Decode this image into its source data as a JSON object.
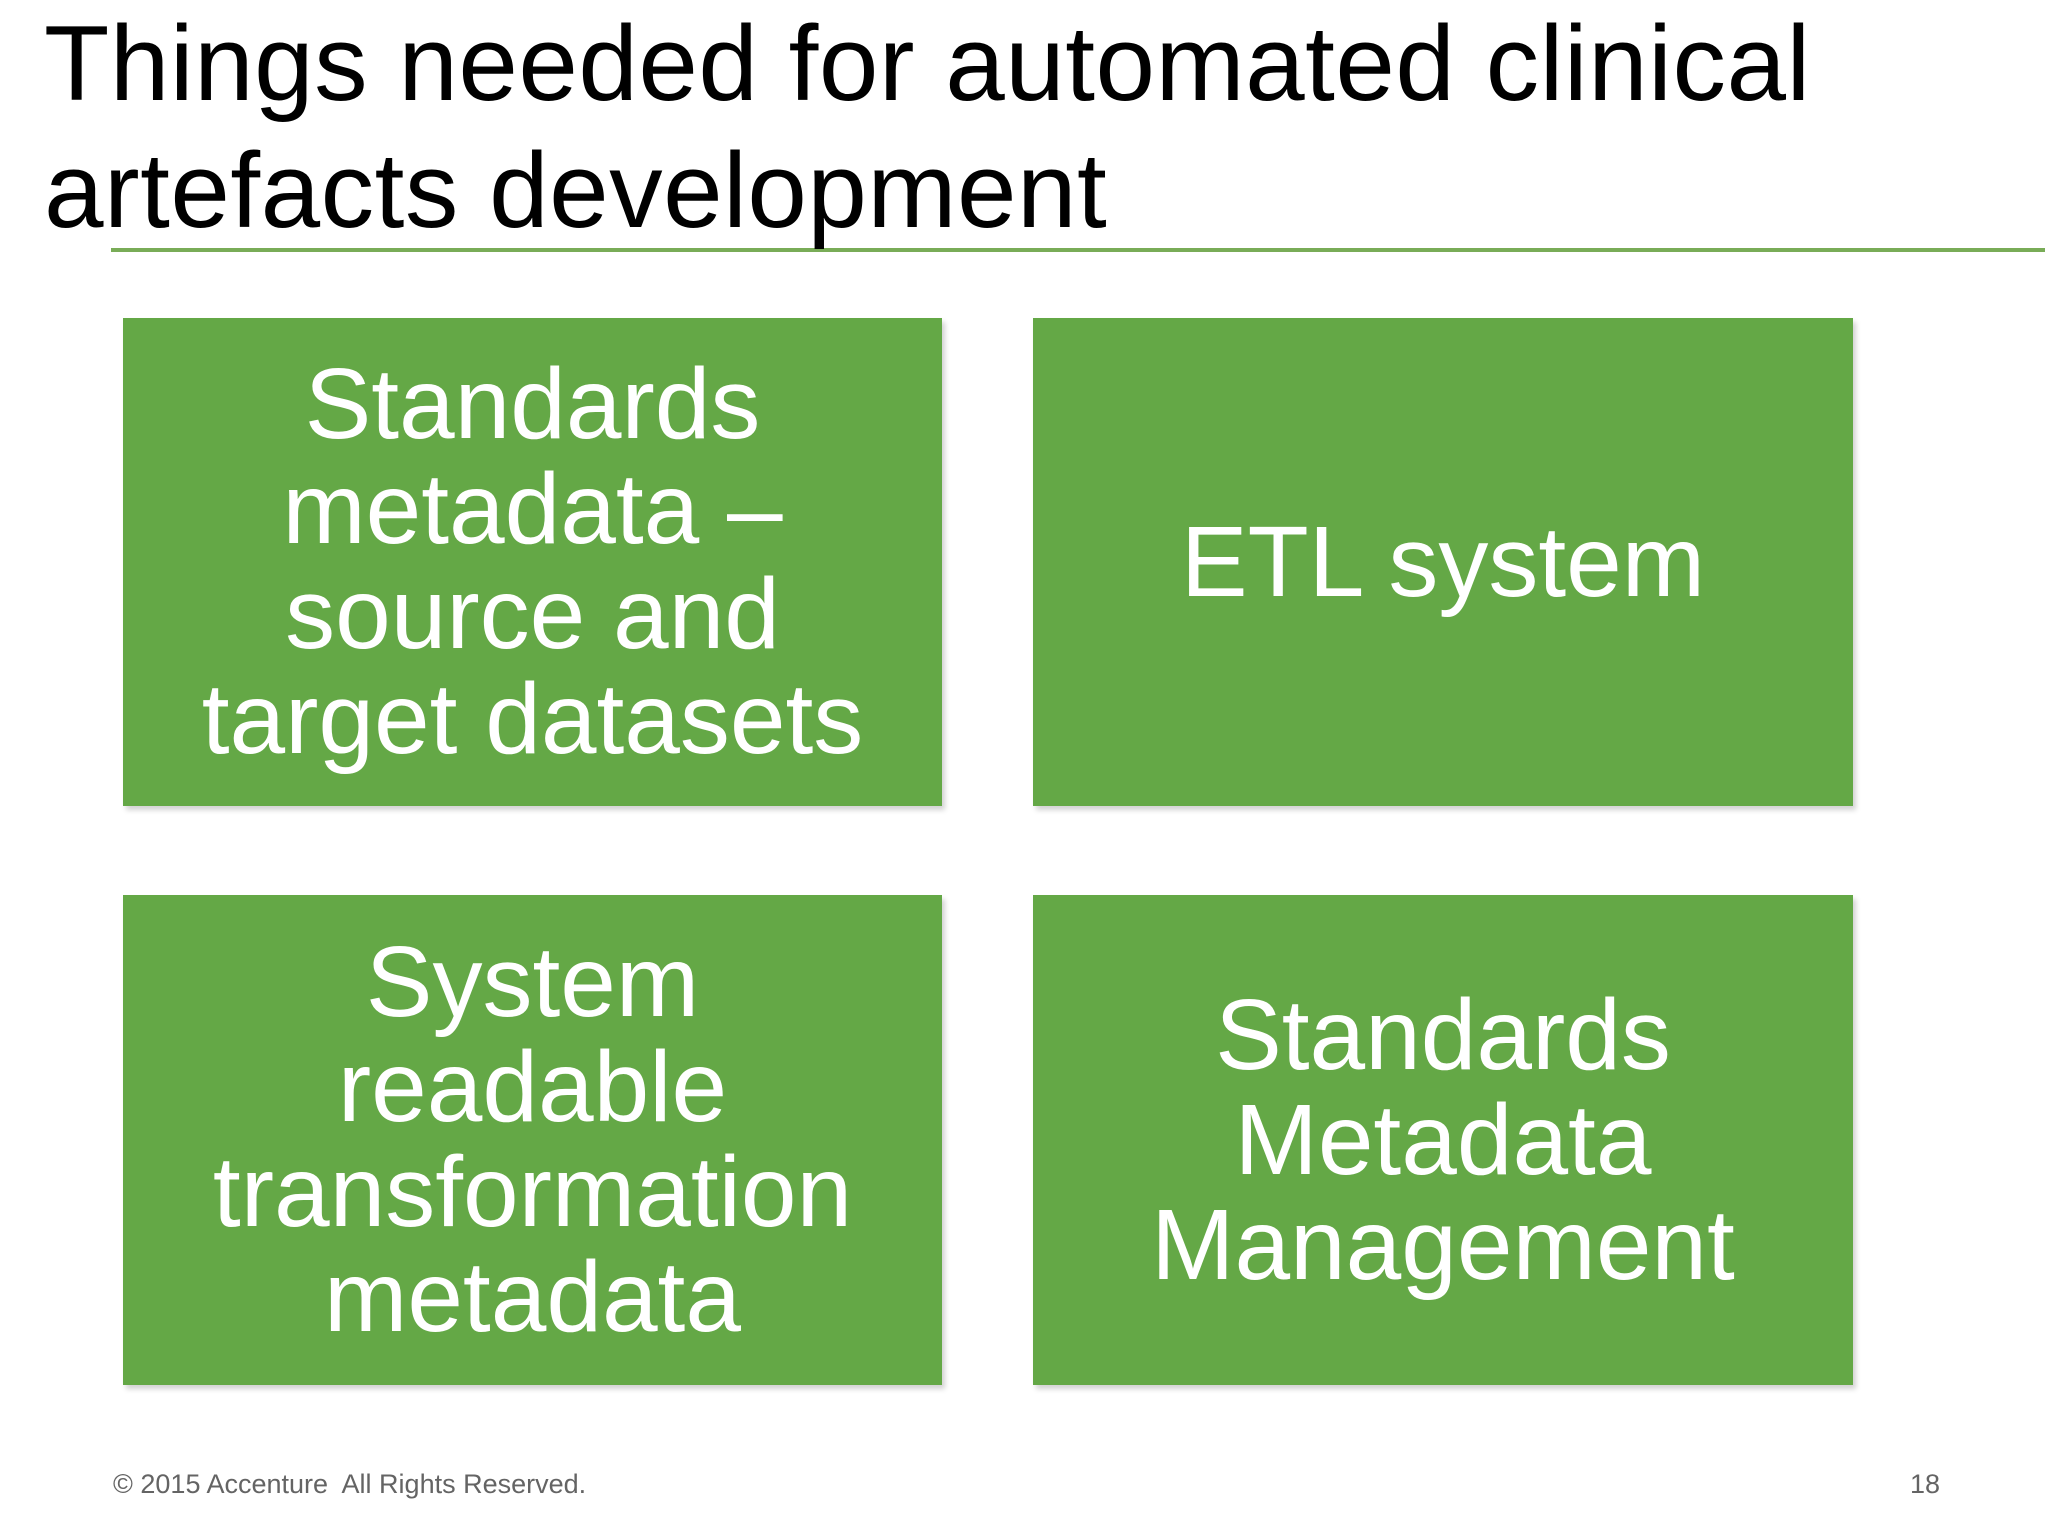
{
  "slide": {
    "title": {
      "text": "Things needed for automated clinical artefacts development",
      "lines": "Things needed for automated clinical\nartefacts development"
    },
    "boxes": [
      {
        "name": "standards-metadata-source-and-target-datasets",
        "text": "Standards metadata – source and target datasets",
        "lines": "Standards\nmetadata –\nsource and\ntarget datasets"
      },
      {
        "name": "etl-system",
        "text": "ETL system",
        "lines": "ETL system"
      },
      {
        "name": "system-readable-transformation-metadata",
        "text": "System readable transformation metadata",
        "lines": "System\nreadable\ntransformation\nmetadata"
      },
      {
        "name": "standards-metadata-management",
        "text": "Standards Metadata Management",
        "lines": "Standards\nMetadata\nManagement"
      }
    ],
    "footer": {
      "copyright": "© 2015 Accenture  All Rights Reserved.",
      "page_number": "18"
    },
    "colors": {
      "box_green": "#64A846",
      "underline_green": "#79AC57",
      "title_color": "#000000",
      "box_text_color": "#FFFFFF",
      "footer_gray": "#646464"
    }
  }
}
